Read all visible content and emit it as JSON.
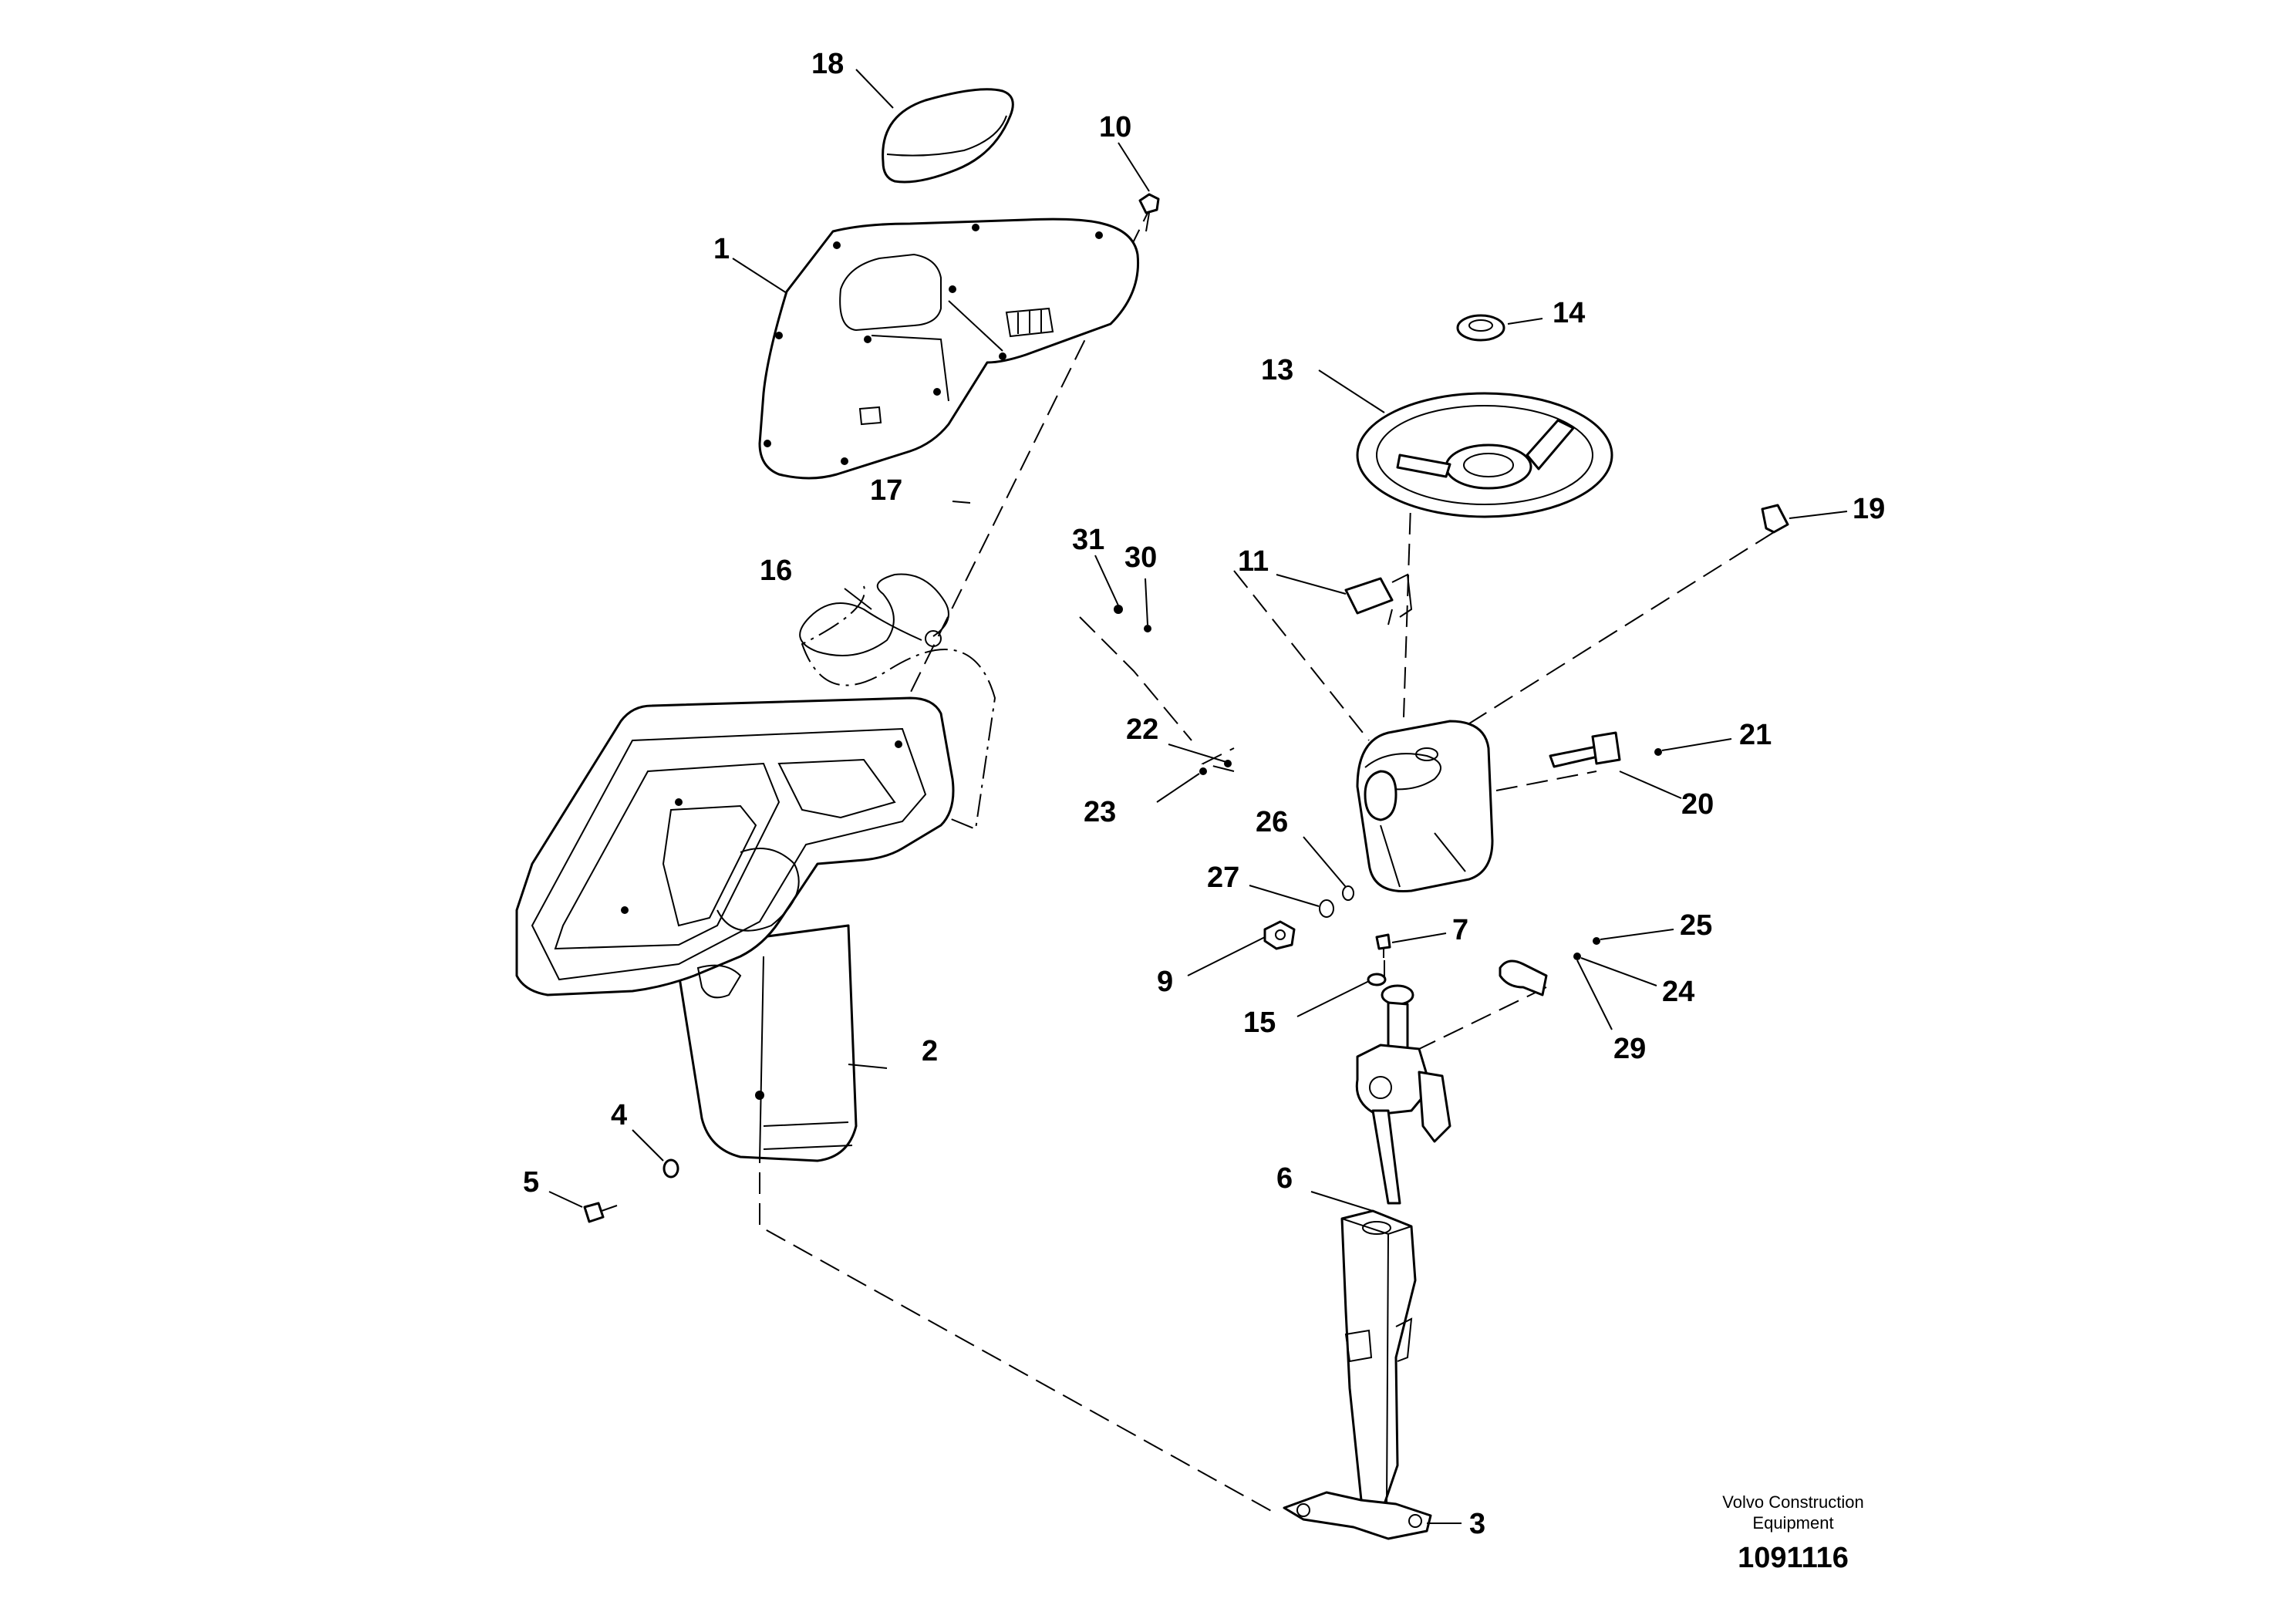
{
  "callouts": {
    "c1": "1",
    "c2": "2",
    "c3": "3",
    "c4": "4",
    "c5": "5",
    "c6": "6",
    "c7": "7",
    "c9": "9",
    "c10": "10",
    "c11": "11",
    "c13": "13",
    "c14": "14",
    "c15": "15",
    "c16": "16",
    "c17": "17",
    "c18": "18",
    "c19": "19",
    "c20": "20",
    "c21": "21",
    "c22": "22",
    "c23": "23",
    "c24": "24",
    "c25": "25",
    "c26": "26",
    "c27": "27",
    "c29": "29",
    "c30": "30",
    "c31": "31"
  },
  "footer": {
    "credit_line1": "Volvo Construction",
    "credit_line2": "Equipment",
    "document_number": "1091116"
  }
}
